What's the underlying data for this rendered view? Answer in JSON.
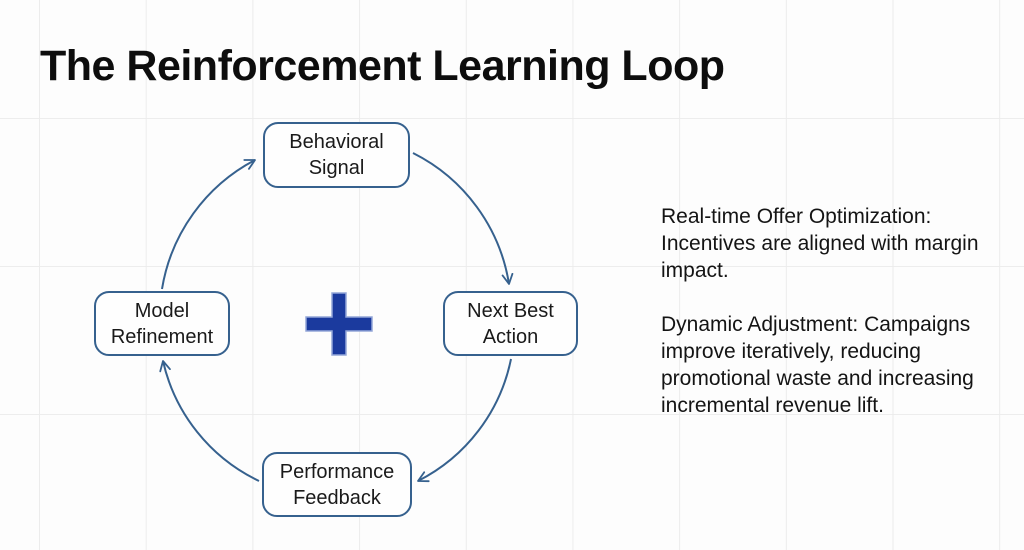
{
  "slide": {
    "title": "The Reinforcement Learning Loop"
  },
  "diagram": {
    "nodes": [
      {
        "id": "behavioral-signal",
        "label": "Behavioral\nSignal"
      },
      {
        "id": "next-best-action",
        "label": "Next Best\nAction"
      },
      {
        "id": "performance-feedback",
        "label": "Performance\nFeedback"
      },
      {
        "id": "model-refinement",
        "label": "Model\nRefinement"
      }
    ],
    "edges": [
      {
        "from": "model-refinement",
        "to": "behavioral-signal"
      },
      {
        "from": "behavioral-signal",
        "to": "next-best-action"
      },
      {
        "from": "next-best-action",
        "to": "performance-feedback"
      },
      {
        "from": "performance-feedback",
        "to": "model-refinement"
      }
    ],
    "center_icon": "plus-icon",
    "colors": {
      "node_border": "#36618e",
      "arrow": "#36618e",
      "plus_fill": "#1b3a9e",
      "plus_outline": "#93a6d8",
      "grid_line": "#ececec",
      "background": "#fdfdfd",
      "title_text": "#0d0d0d",
      "body_text": "#141414"
    }
  },
  "notes": {
    "paragraph1": "Real-time Offer Optimization: Incentives are aligned with margin impact.",
    "paragraph2": "Dynamic Adjustment: Campaigns improve iteratively, reducing promotional waste and increasing incremental revenue lift."
  }
}
